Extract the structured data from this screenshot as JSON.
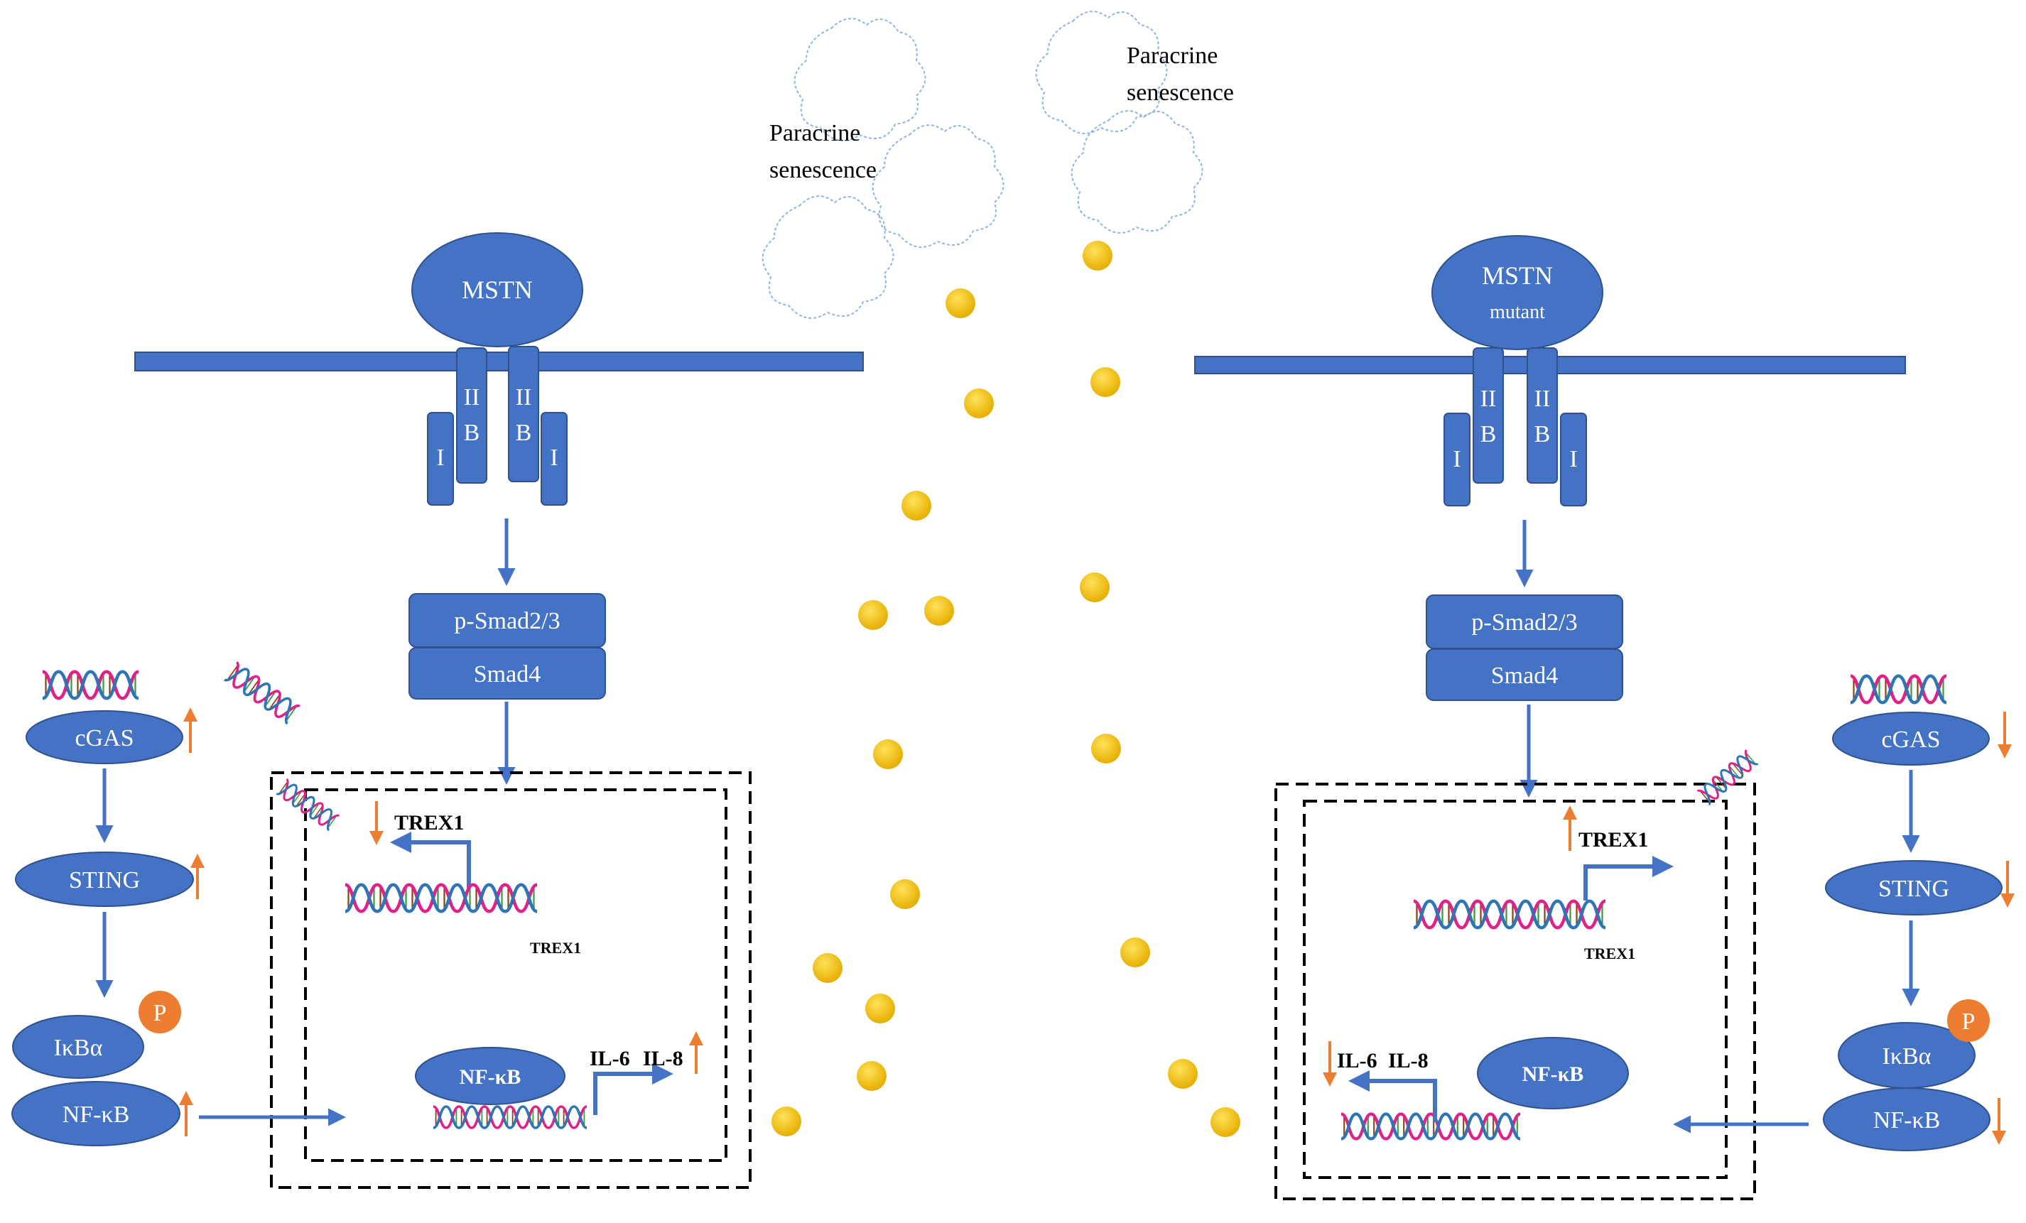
{
  "colors": {
    "blue": "#4472C4",
    "arrow_blue": "#4472C4",
    "orange": "#ED7D31",
    "gold": "#F2C10F",
    "gold_dark": "#D9A400",
    "cloud": "#8FB4E3",
    "dna_pink": "#E0218A",
    "dna_blue": "#2E75B6",
    "dna_rung_a": "#8B4513",
    "dna_rung_b": "#3C9B3C"
  },
  "paracrine": {
    "left_line1": "Paracrine",
    "left_line2": "senescence",
    "right_line1": "Paracrine",
    "right_line2": "senescence"
  },
  "left": {
    "ligand": "MSTN",
    "receptor_type2": "II",
    "receptor_b": "B",
    "receptor_type1": "I",
    "psmad": "p-Smad2/3",
    "smad4": "Smad4",
    "cgas": "cGAS",
    "sting": "STING",
    "ikba": "IκBα",
    "nfkb_cyto": "NF-κB",
    "phospho": "P",
    "trex1_label": "TREX1",
    "trex1_gene": "TREX1",
    "nfkb_nuc": "NF-κB",
    "il6": "IL-6",
    "il8": "IL-8"
  },
  "right": {
    "ligand_line1": "MSTN",
    "ligand_line2": "mutant",
    "receptor_type2": "II",
    "receptor_b": "B",
    "receptor_type1": "I",
    "psmad": "p-Smad2/3",
    "smad4": "Smad4",
    "cgas": "cGAS",
    "sting": "STING",
    "ikba": "IκBα",
    "nfkb_cyto": "NF-κB",
    "phospho": "P",
    "trex1_label": "TREX1",
    "trex1_gene": "TREX1",
    "nfkb_nuc": "NF-κB",
    "il6": "IL-6",
    "il8": "IL-8"
  },
  "regulation": {
    "left_cgas": "up",
    "left_sting": "up",
    "left_nfkb": "up",
    "left_trex1": "down",
    "left_il": "up",
    "right_cgas": "down",
    "right_sting": "down",
    "right_nfkb": "down",
    "right_trex1": "up",
    "right_il": "down"
  }
}
